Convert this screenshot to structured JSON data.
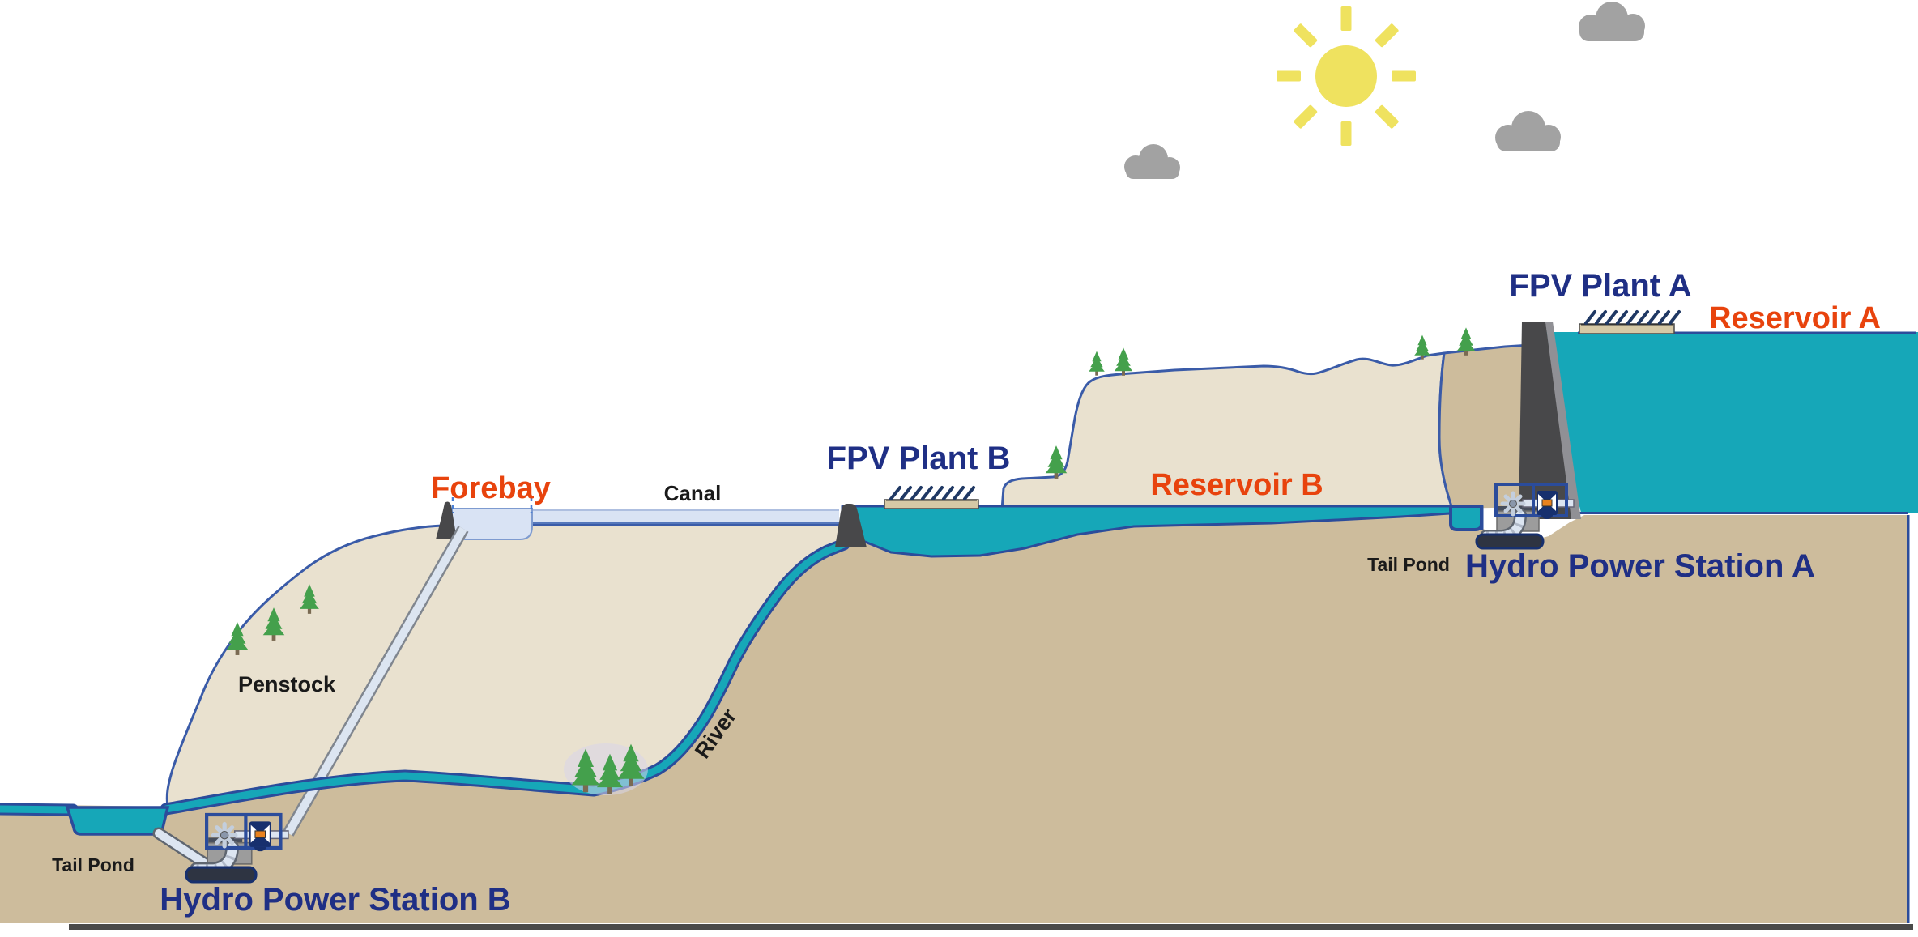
{
  "labels": {
    "forebay": "Forebay",
    "canal": "Canal",
    "fpv_plant_b": "FPV Plant B",
    "reservoir_b": "Reservoir B",
    "fpv_plant_a": "FPV Plant A",
    "reservoir_a": "Reservoir A",
    "hydro_station_a": "Hydro Power Station A",
    "tail_pond_a": "Tail Pond",
    "penstock": "Penstock",
    "river": "River",
    "tail_pond_b": "Tail Pond",
    "hydro_station_b": "Hydro Power Station B"
  },
  "colors": {
    "water": "#16A7B8",
    "water_border": "#2B4C9B",
    "ground": "#CDBC9C",
    "hill": "#E9E1CF",
    "dam": "#48484A",
    "dam_light": "#909095",
    "canal": "#D9E3F4",
    "pipe_fill": "#DCE5F1",
    "pipe_edge": "#80868F",
    "sun": "#EFE25F",
    "cloud": "#A2A2A2",
    "tree_green": "#44A04C",
    "tree_trunk": "#7A6A52",
    "pv_float": "#D6C9A6",
    "pv_stroke": "#1F3864",
    "label_navy": "#1F2F85",
    "label_orange": "#E8430D",
    "label_black": "#1A1A1A",
    "generator_body": "#17306E",
    "generator_accent": "#E8821E",
    "base_line": "#4A4A4A"
  },
  "icons": {
    "sun": "sun-icon",
    "cloud": "cloud-icon",
    "pine_tree": "pine-tree-icon",
    "dam": "dam-icon",
    "solar_panel": "solar-panel-icon",
    "turbine": "turbine-icon",
    "generator": "generator-icon"
  }
}
